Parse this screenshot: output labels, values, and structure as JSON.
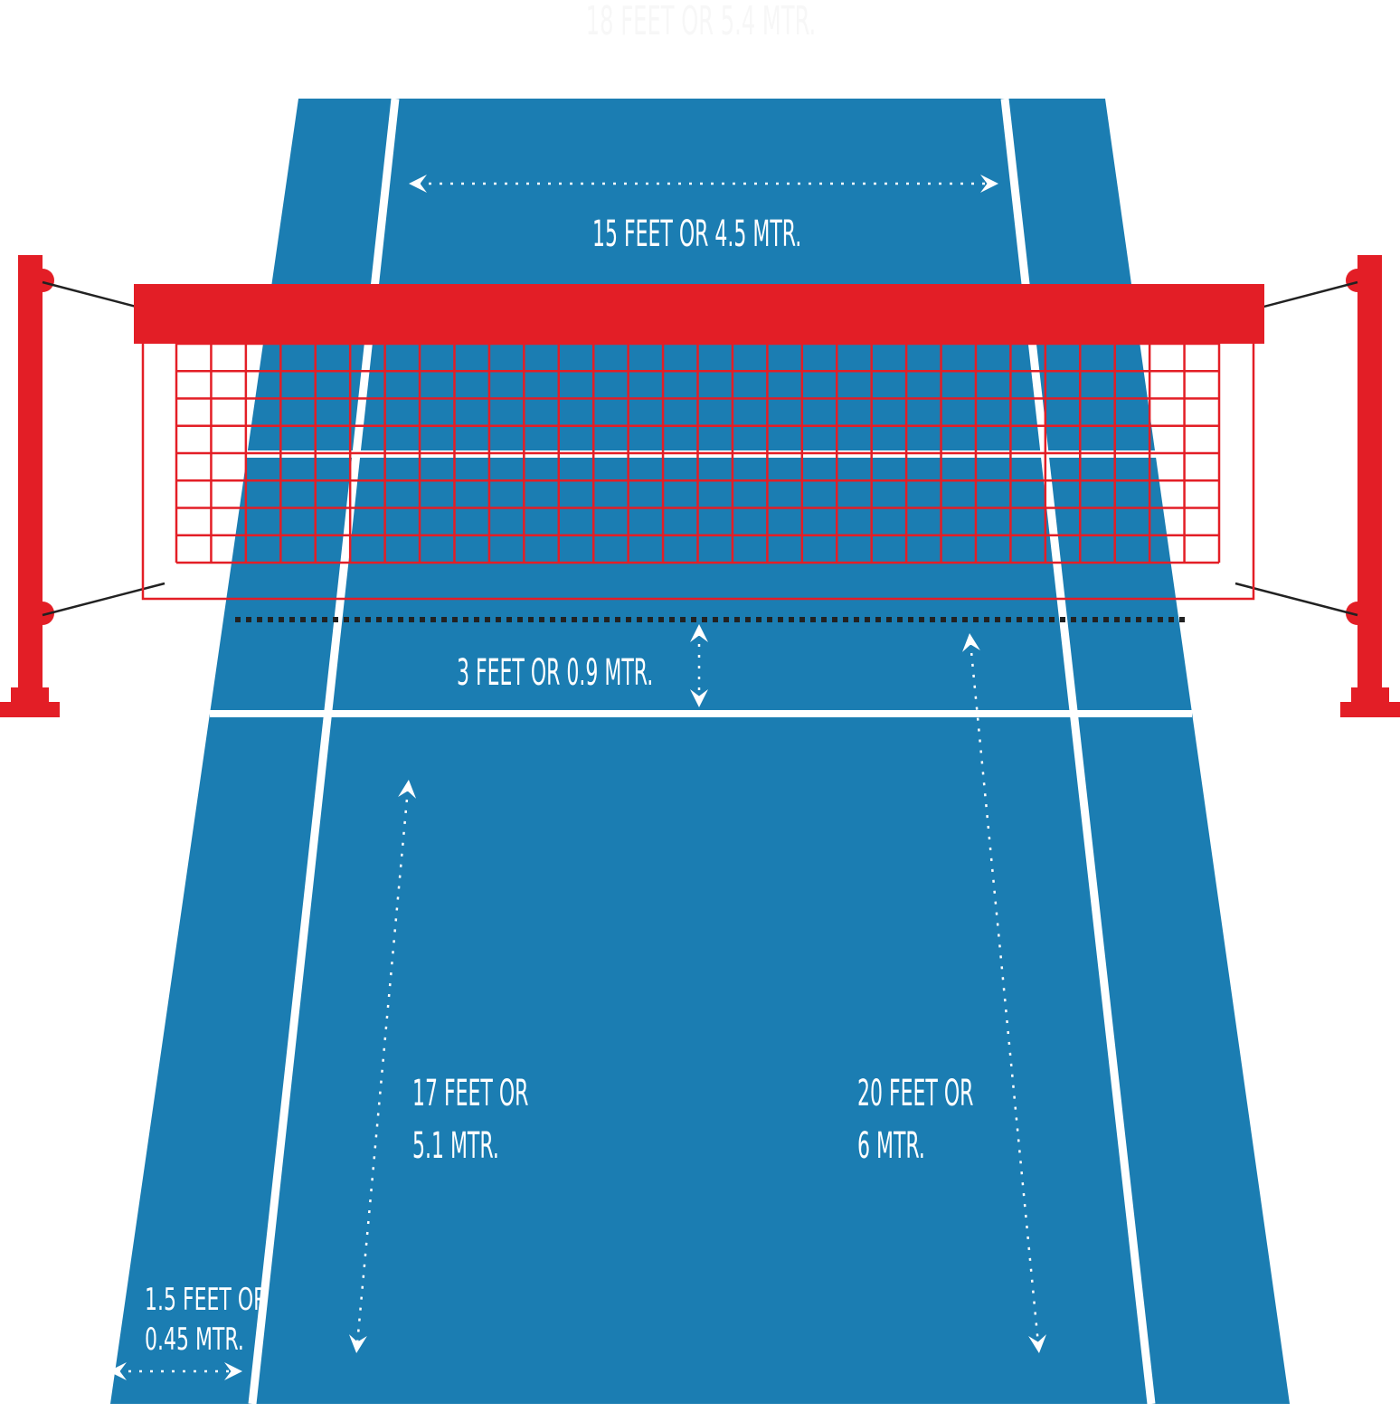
{
  "colors": {
    "court": "#1b7db2",
    "net": "#e31e26",
    "line": "#ffffff",
    "baseline_dots": "#222222"
  },
  "labels": {
    "top_width": "18 FEET OR 5.4 MTR.",
    "inner_width": "15 FEET OR 4.5 MTR.",
    "net_gap": "3 FEET OR 0.9 MTR.",
    "left_depth_line1": "17 FEET OR",
    "left_depth_line2": "5.1 MTR.",
    "right_depth_line1": "20 FEET OR",
    "right_depth_line2": "6 MTR.",
    "alley_line1": "1.5 FEET OR",
    "alley_line2": "0.45 MTR."
  }
}
